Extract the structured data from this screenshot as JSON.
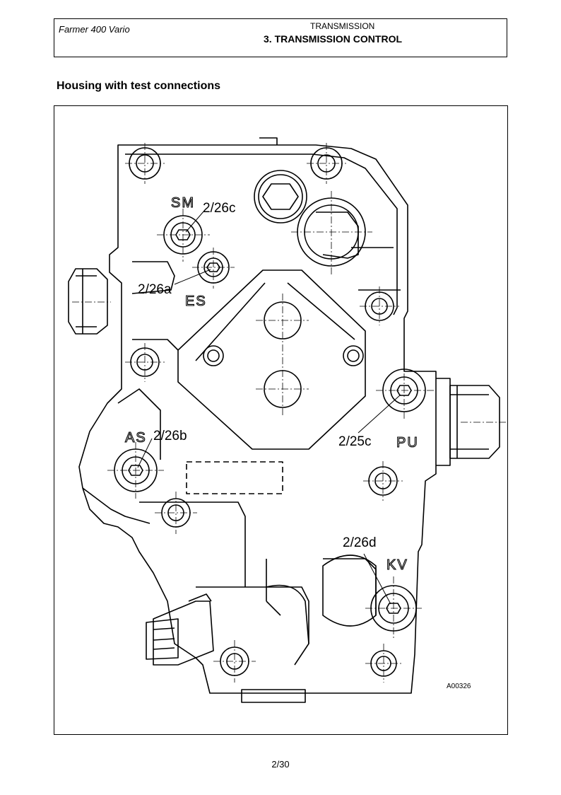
{
  "header": {
    "model": "Farmer 400 Vario",
    "section": "TRANSMISSION",
    "chapter": "3. TRANSMISSION CONTROL"
  },
  "section_title": "Housing with test connections",
  "figure": {
    "labels": {
      "sm_code": "SM",
      "p_2_26c": "2/26c",
      "p_2_26a": "2/26a",
      "es_code": "ES",
      "as_code": "AS",
      "p_2_26b": "2/26b",
      "p_2_25c": "2/25c",
      "pu_code": "PU",
      "p_2_26d": "2/26d",
      "kv_code": "KV"
    },
    "drawing_code": "A00326"
  },
  "footer": {
    "page": "2/30"
  }
}
